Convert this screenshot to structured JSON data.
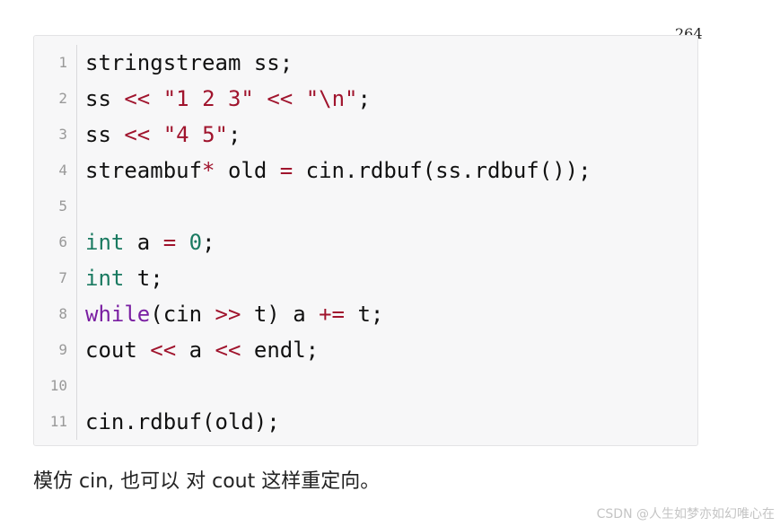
{
  "page_number": "264",
  "code": {
    "lines": [
      {
        "number": "1",
        "tokens": [
          {
            "text": "stringstream ss;",
            "kind": "plain"
          }
        ]
      },
      {
        "number": "2",
        "tokens": [
          {
            "text": "ss ",
            "kind": "plain"
          },
          {
            "text": "<<",
            "kind": "op"
          },
          {
            "text": " ",
            "kind": "plain"
          },
          {
            "text": "\"1 2 3\"",
            "kind": "str"
          },
          {
            "text": " ",
            "kind": "plain"
          },
          {
            "text": "<<",
            "kind": "op"
          },
          {
            "text": " ",
            "kind": "plain"
          },
          {
            "text": "\"\\n\"",
            "kind": "str"
          },
          {
            "text": ";",
            "kind": "plain"
          }
        ]
      },
      {
        "number": "3",
        "tokens": [
          {
            "text": "ss ",
            "kind": "plain"
          },
          {
            "text": "<<",
            "kind": "op"
          },
          {
            "text": " ",
            "kind": "plain"
          },
          {
            "text": "\"4 5\"",
            "kind": "str"
          },
          {
            "text": ";",
            "kind": "plain"
          }
        ]
      },
      {
        "number": "4",
        "tokens": [
          {
            "text": "streambuf",
            "kind": "plain"
          },
          {
            "text": "*",
            "kind": "op"
          },
          {
            "text": " old ",
            "kind": "plain"
          },
          {
            "text": "=",
            "kind": "op"
          },
          {
            "text": " cin.rdbuf(ss.rdbuf());",
            "kind": "plain"
          }
        ]
      },
      {
        "number": "5",
        "tokens": []
      },
      {
        "number": "6",
        "tokens": [
          {
            "text": "int",
            "kind": "type"
          },
          {
            "text": " a ",
            "kind": "plain"
          },
          {
            "text": "=",
            "kind": "op"
          },
          {
            "text": " ",
            "kind": "plain"
          },
          {
            "text": "0",
            "kind": "num"
          },
          {
            "text": ";",
            "kind": "plain"
          }
        ]
      },
      {
        "number": "7",
        "tokens": [
          {
            "text": "int",
            "kind": "type"
          },
          {
            "text": " t;",
            "kind": "plain"
          }
        ]
      },
      {
        "number": "8",
        "tokens": [
          {
            "text": "while",
            "kind": "kw"
          },
          {
            "text": "(cin ",
            "kind": "plain"
          },
          {
            "text": ">>",
            "kind": "op"
          },
          {
            "text": " t) a ",
            "kind": "plain"
          },
          {
            "text": "+=",
            "kind": "op"
          },
          {
            "text": " t;",
            "kind": "plain"
          }
        ]
      },
      {
        "number": "9",
        "tokens": [
          {
            "text": "cout ",
            "kind": "plain"
          },
          {
            "text": "<<",
            "kind": "op"
          },
          {
            "text": " a ",
            "kind": "plain"
          },
          {
            "text": "<<",
            "kind": "op"
          },
          {
            "text": " endl;",
            "kind": "plain"
          }
        ]
      },
      {
        "number": "10",
        "tokens": []
      },
      {
        "number": "11",
        "tokens": [
          {
            "text": "cin.rdbuf(old);",
            "kind": "plain"
          }
        ]
      }
    ]
  },
  "caption": "模仿 cin, 也可以 对 cout 这样重定向。",
  "watermark": "CSDN @人生如梦亦如幻唯心在",
  "colors": {
    "operator": "#a0142d",
    "string": "#a0142d",
    "type": "#1a7a61",
    "number": "#1a7a61",
    "keyword": "#7a1fa2"
  }
}
